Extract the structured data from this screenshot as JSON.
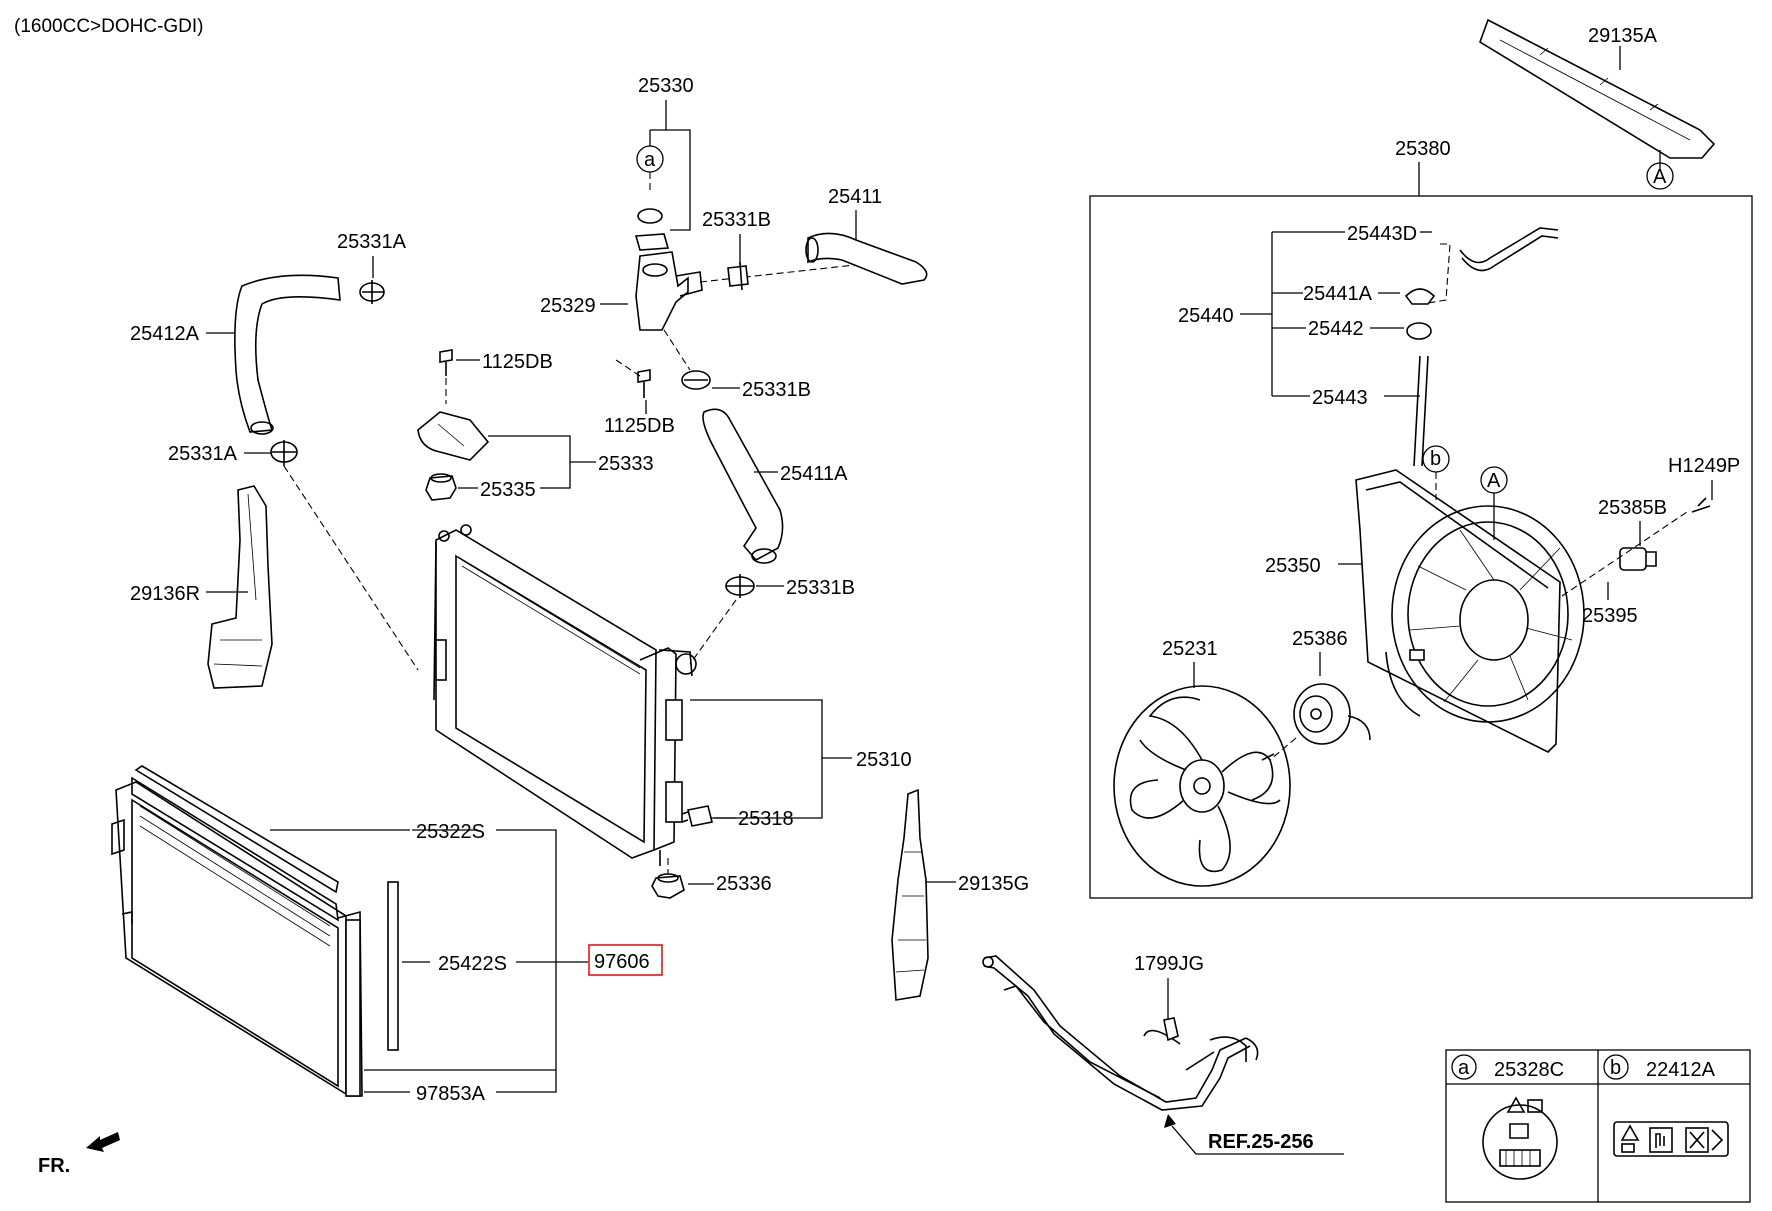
{
  "header": {
    "engine": "(1600CC>DOHC-GDI)"
  },
  "front_marker": "FR.",
  "reference": "REF.25-256",
  "labels": {
    "p29135A": "29135A",
    "p25330": "25330",
    "p25380": "25380",
    "p25331A_top": "25331A",
    "p25331B_top": "25331B",
    "p25411": "25411",
    "p25412A": "25412A",
    "p25329": "25329",
    "p1125DB_a": "1125DB",
    "p1125DB_b": "1125DB",
    "p25331B_mid": "25331B",
    "p25331A_bot": "25331A",
    "p25333": "25333",
    "p25335": "25335",
    "p25411A": "25411A",
    "p29136R": "29136R",
    "p25331B_bot": "25331B",
    "p25310": "25310",
    "p25318": "25318",
    "p25322S": "25322S",
    "p25336": "25336",
    "p25422S": "25422S",
    "p97606": "97606",
    "p97853A": "97853A",
    "p29135G": "29135G",
    "p1799JG": "1799JG",
    "p25443D": "25443D",
    "p25441A": "25441A",
    "p25440": "25440",
    "p25442": "25442",
    "p25443": "25443",
    "pH1249P": "H1249P",
    "p25385B": "25385B",
    "p25350": "25350",
    "p25395": "25395",
    "p25386": "25386",
    "p25231": "25231"
  },
  "circle_refs": {
    "a_top": "a",
    "A_top": "A",
    "b_fan": "b",
    "A_fan": "A"
  },
  "legend": {
    "a_key": "a",
    "a_part": "25328C",
    "b_key": "b",
    "b_part": "22412A"
  },
  "highlight_color": "#e8141b"
}
